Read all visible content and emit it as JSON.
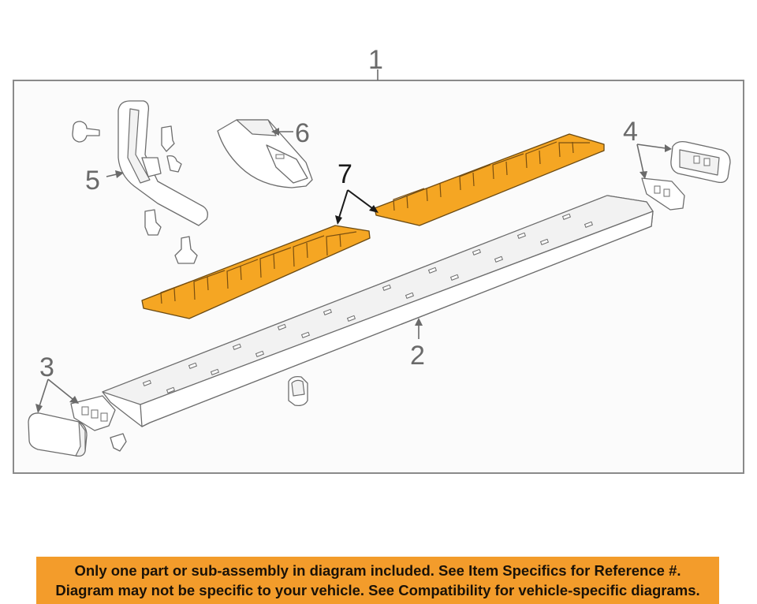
{
  "callouts": {
    "c1": "1",
    "c2": "2",
    "c3": "3",
    "c4": "4",
    "c5": "5",
    "c6": "6",
    "c7": "7"
  },
  "highlight_color": "#f5a623",
  "notice": {
    "line1": "Only one part or sub-assembly in diagram included. See Item Specifics for Reference #.",
    "line2": "Diagram may not be specific to your vehicle. See Compatibility for vehicle-specific diagrams.",
    "background_color": "#f39c2b"
  }
}
